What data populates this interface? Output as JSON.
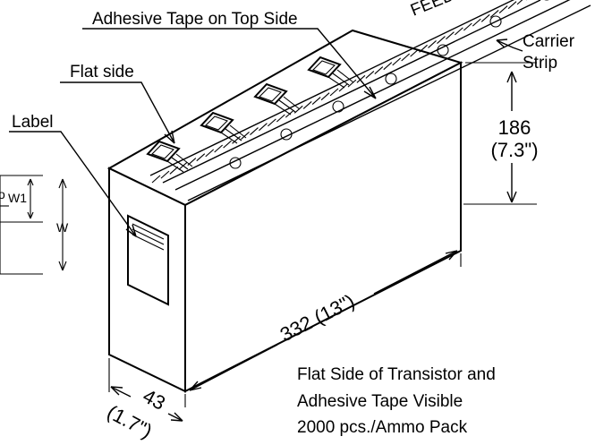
{
  "labels": {
    "adhesive_tape": "Adhesive Tape on Top Side",
    "feed": "FEED",
    "carrier_line1": "Carrier",
    "carrier_line2": "Strip",
    "flat_side": "Flat side",
    "label": "Label",
    "height_mm": "186",
    "height_in": "(7.3\")",
    "length_dim": "332 (13\")",
    "depth_mm": "43",
    "depth_in": "(1.7\")",
    "w": "W",
    "w1": "W1",
    "w1_prefix": "o",
    "note_line1": "Flat Side of Transistor and",
    "note_line2": "Adhesive Tape Visible",
    "note_line3": "2000 pcs./Ammo Pack"
  },
  "colors": {
    "line": "#000000",
    "background": "#ffffff"
  }
}
